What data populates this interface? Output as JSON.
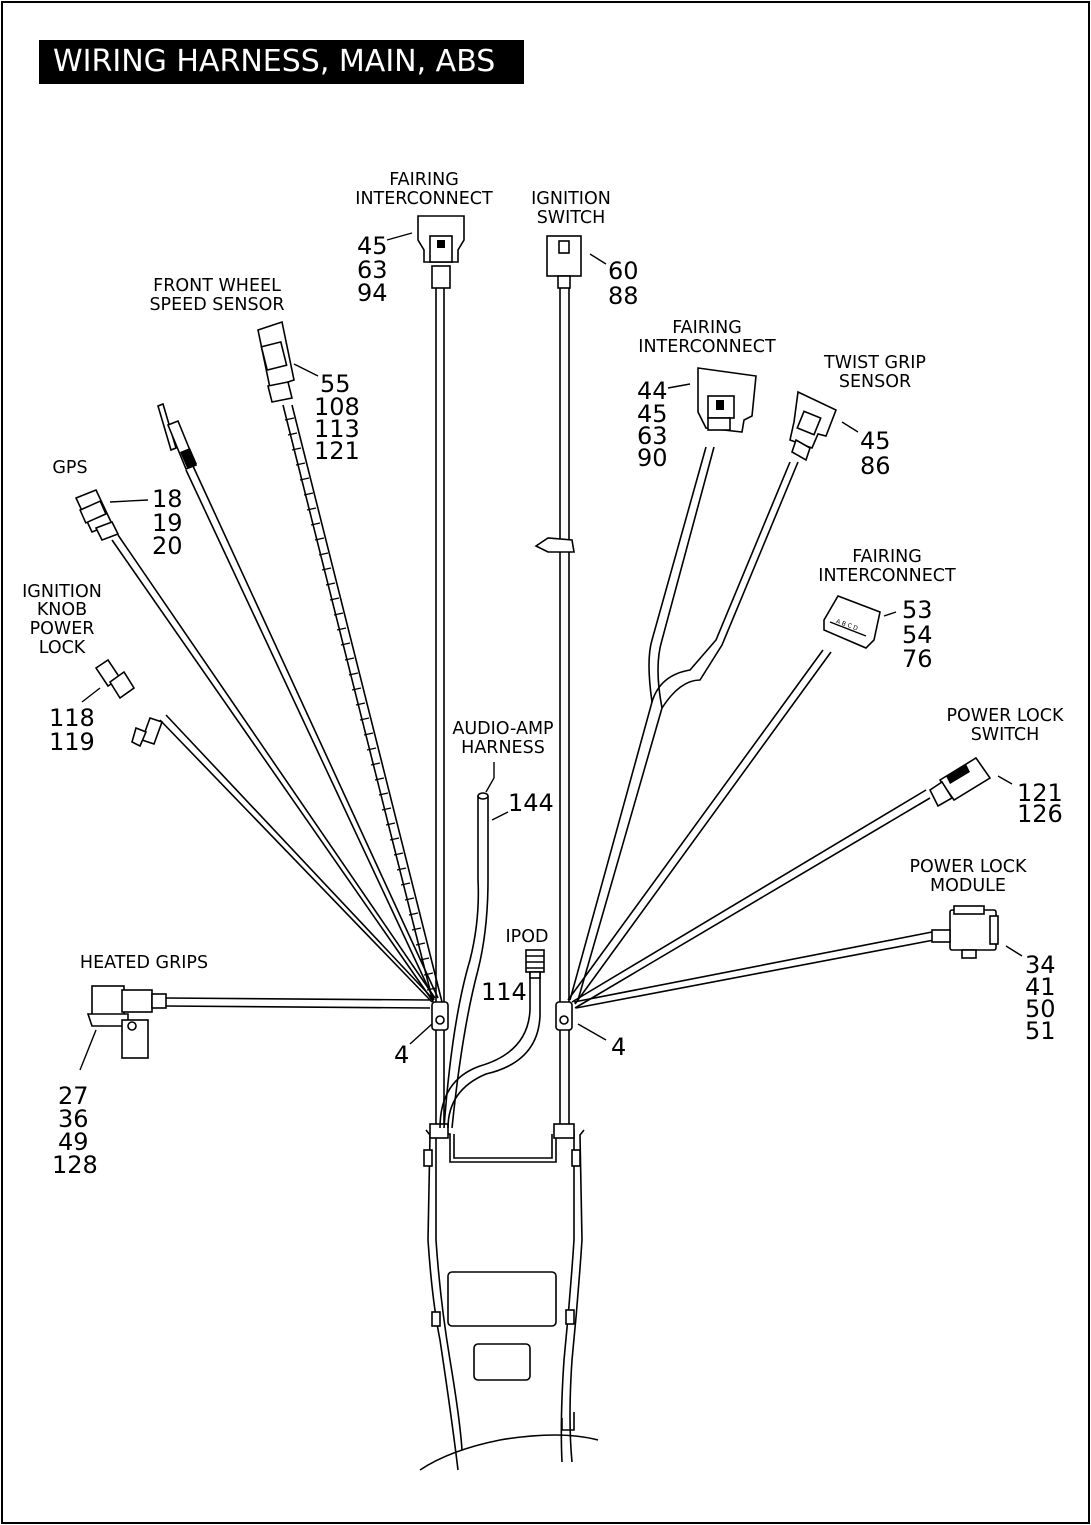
{
  "title": "WIRING HARNESS, MAIN, ABS",
  "callouts": [
    {
      "label": [
        "FAIRING",
        "INTERCONNECT"
      ],
      "numbers": [
        "45",
        "63",
        "94"
      ]
    },
    {
      "label": [
        "IGNITION",
        "SWITCH"
      ],
      "numbers": [
        "60",
        "88"
      ]
    },
    {
      "label": [
        "FRONT WHEEL",
        "SPEED SENSOR"
      ],
      "numbers": [
        "55",
        "108",
        "113",
        "121"
      ]
    },
    {
      "label": [
        "FAIRING",
        "INTERCONNECT"
      ],
      "numbers": [
        "44",
        "45",
        "63",
        "90"
      ]
    },
    {
      "label": [
        "TWIST GRIP",
        "SENSOR"
      ],
      "numbers": [
        "45",
        "86"
      ]
    },
    {
      "label": [
        "GPS"
      ],
      "numbers": [
        "18",
        "19",
        "20"
      ]
    },
    {
      "label": [
        "FAIRING",
        "INTERCONNECT"
      ],
      "numbers": [
        "53",
        "54",
        "76"
      ]
    },
    {
      "label": [
        "IGNITION",
        "KNOB",
        "POWER",
        "LOCK"
      ],
      "numbers": [
        "118",
        "119"
      ]
    },
    {
      "label": [
        "AUDIO-AMP",
        "HARNESS"
      ],
      "numbers": [
        "144"
      ]
    },
    {
      "label": [
        "POWER LOCK",
        "SWITCH"
      ],
      "numbers": [
        "121",
        "126"
      ]
    },
    {
      "label": [
        "POWER LOCK",
        "MODULE"
      ],
      "numbers": [
        "34",
        "41",
        "50",
        "51"
      ]
    },
    {
      "label": [
        "IPOD"
      ],
      "numbers": [
        "114"
      ]
    },
    {
      "label": [
        "HEATED GRIPS"
      ],
      "numbers": [
        "27",
        "36",
        "49",
        "128"
      ]
    },
    {
      "label": [],
      "numbers": [
        "4"
      ]
    },
    {
      "label": [],
      "numbers": [
        "4"
      ]
    }
  ]
}
